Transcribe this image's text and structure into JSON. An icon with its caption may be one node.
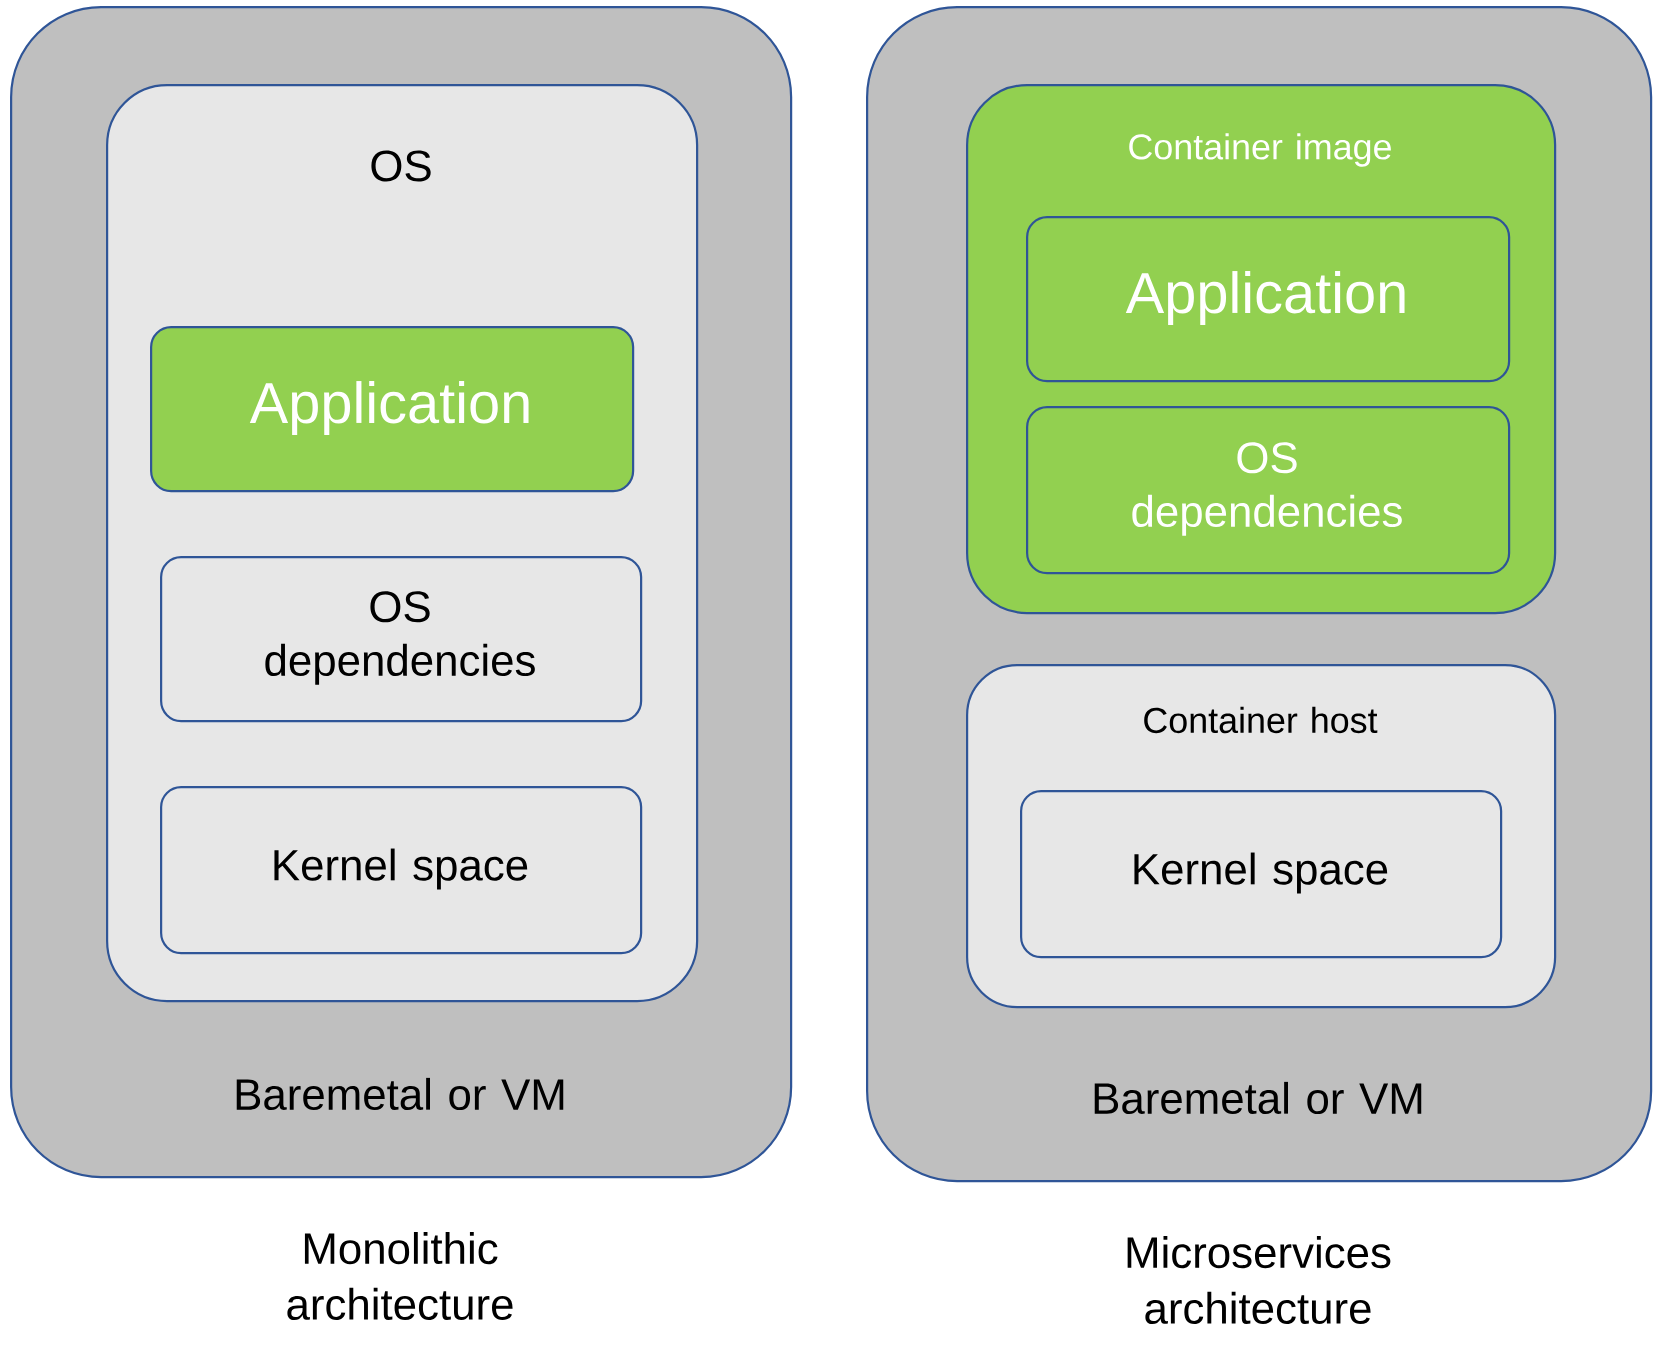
{
  "diagram": {
    "nodes": [
      {
        "text": [
          "Baremetal or VM"
        ],
        "beside": [
          "Monolithic architecture"
        ]
      },
      {
        "text": [
          "OS"
        ],
        "in": 0
      },
      {
        "text": [
          "Application"
        ],
        "in": 1
      },
      {
        "text": [
          "OS dependencies"
        ],
        "in": 1
      },
      {
        "text": [
          "Kernel space"
        ],
        "in": 1
      },
      {
        "text": [
          "Baremetal or VM"
        ],
        "beside": [
          "Microservices architecture"
        ]
      },
      {
        "text": [
          "Container image"
        ],
        "in": 5
      },
      {
        "text": [
          "Application"
        ],
        "in": 6
      },
      {
        "text": [
          "OS dependencies"
        ],
        "in": 6
      },
      {
        "text": [
          "Container host"
        ],
        "in": 5
      },
      {
        "text": [
          "Kernel space"
        ],
        "in": 9
      }
    ]
  }
}
